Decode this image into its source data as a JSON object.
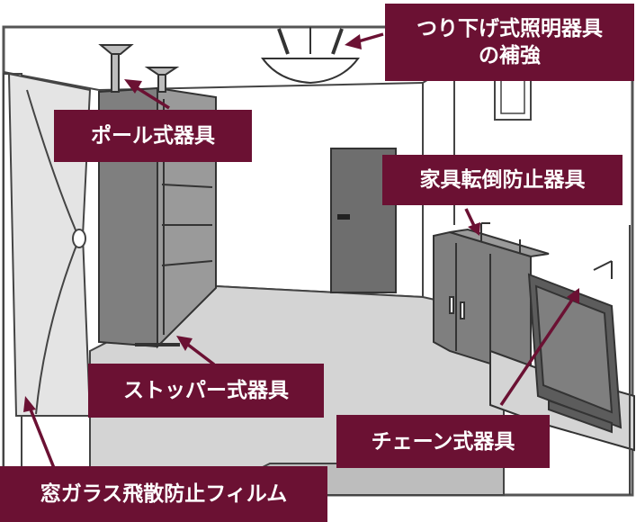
{
  "labels": {
    "ceiling_light_reinforcement": {
      "line1": "つり下げ式照明器具",
      "line2": "の補強"
    },
    "pole_fixture": "ポール式器具",
    "furniture_anti_tip": "家具転倒防止器具",
    "stopper_fixture": "ストッパー式器具",
    "chain_fixture": "チェーン式器具",
    "window_film": "窓ガラス飛散防止フィルム"
  },
  "colors": {
    "label_bg": "#6b1133",
    "label_text": "#ffffff",
    "arrow": "#6b1133",
    "outline": "#333333",
    "wall": "#ffffff",
    "floor": "#d4d4d4",
    "furniture": "#7f7f7f",
    "furniture_dark": "#5c5c5c",
    "door": "#6e6e6e"
  }
}
